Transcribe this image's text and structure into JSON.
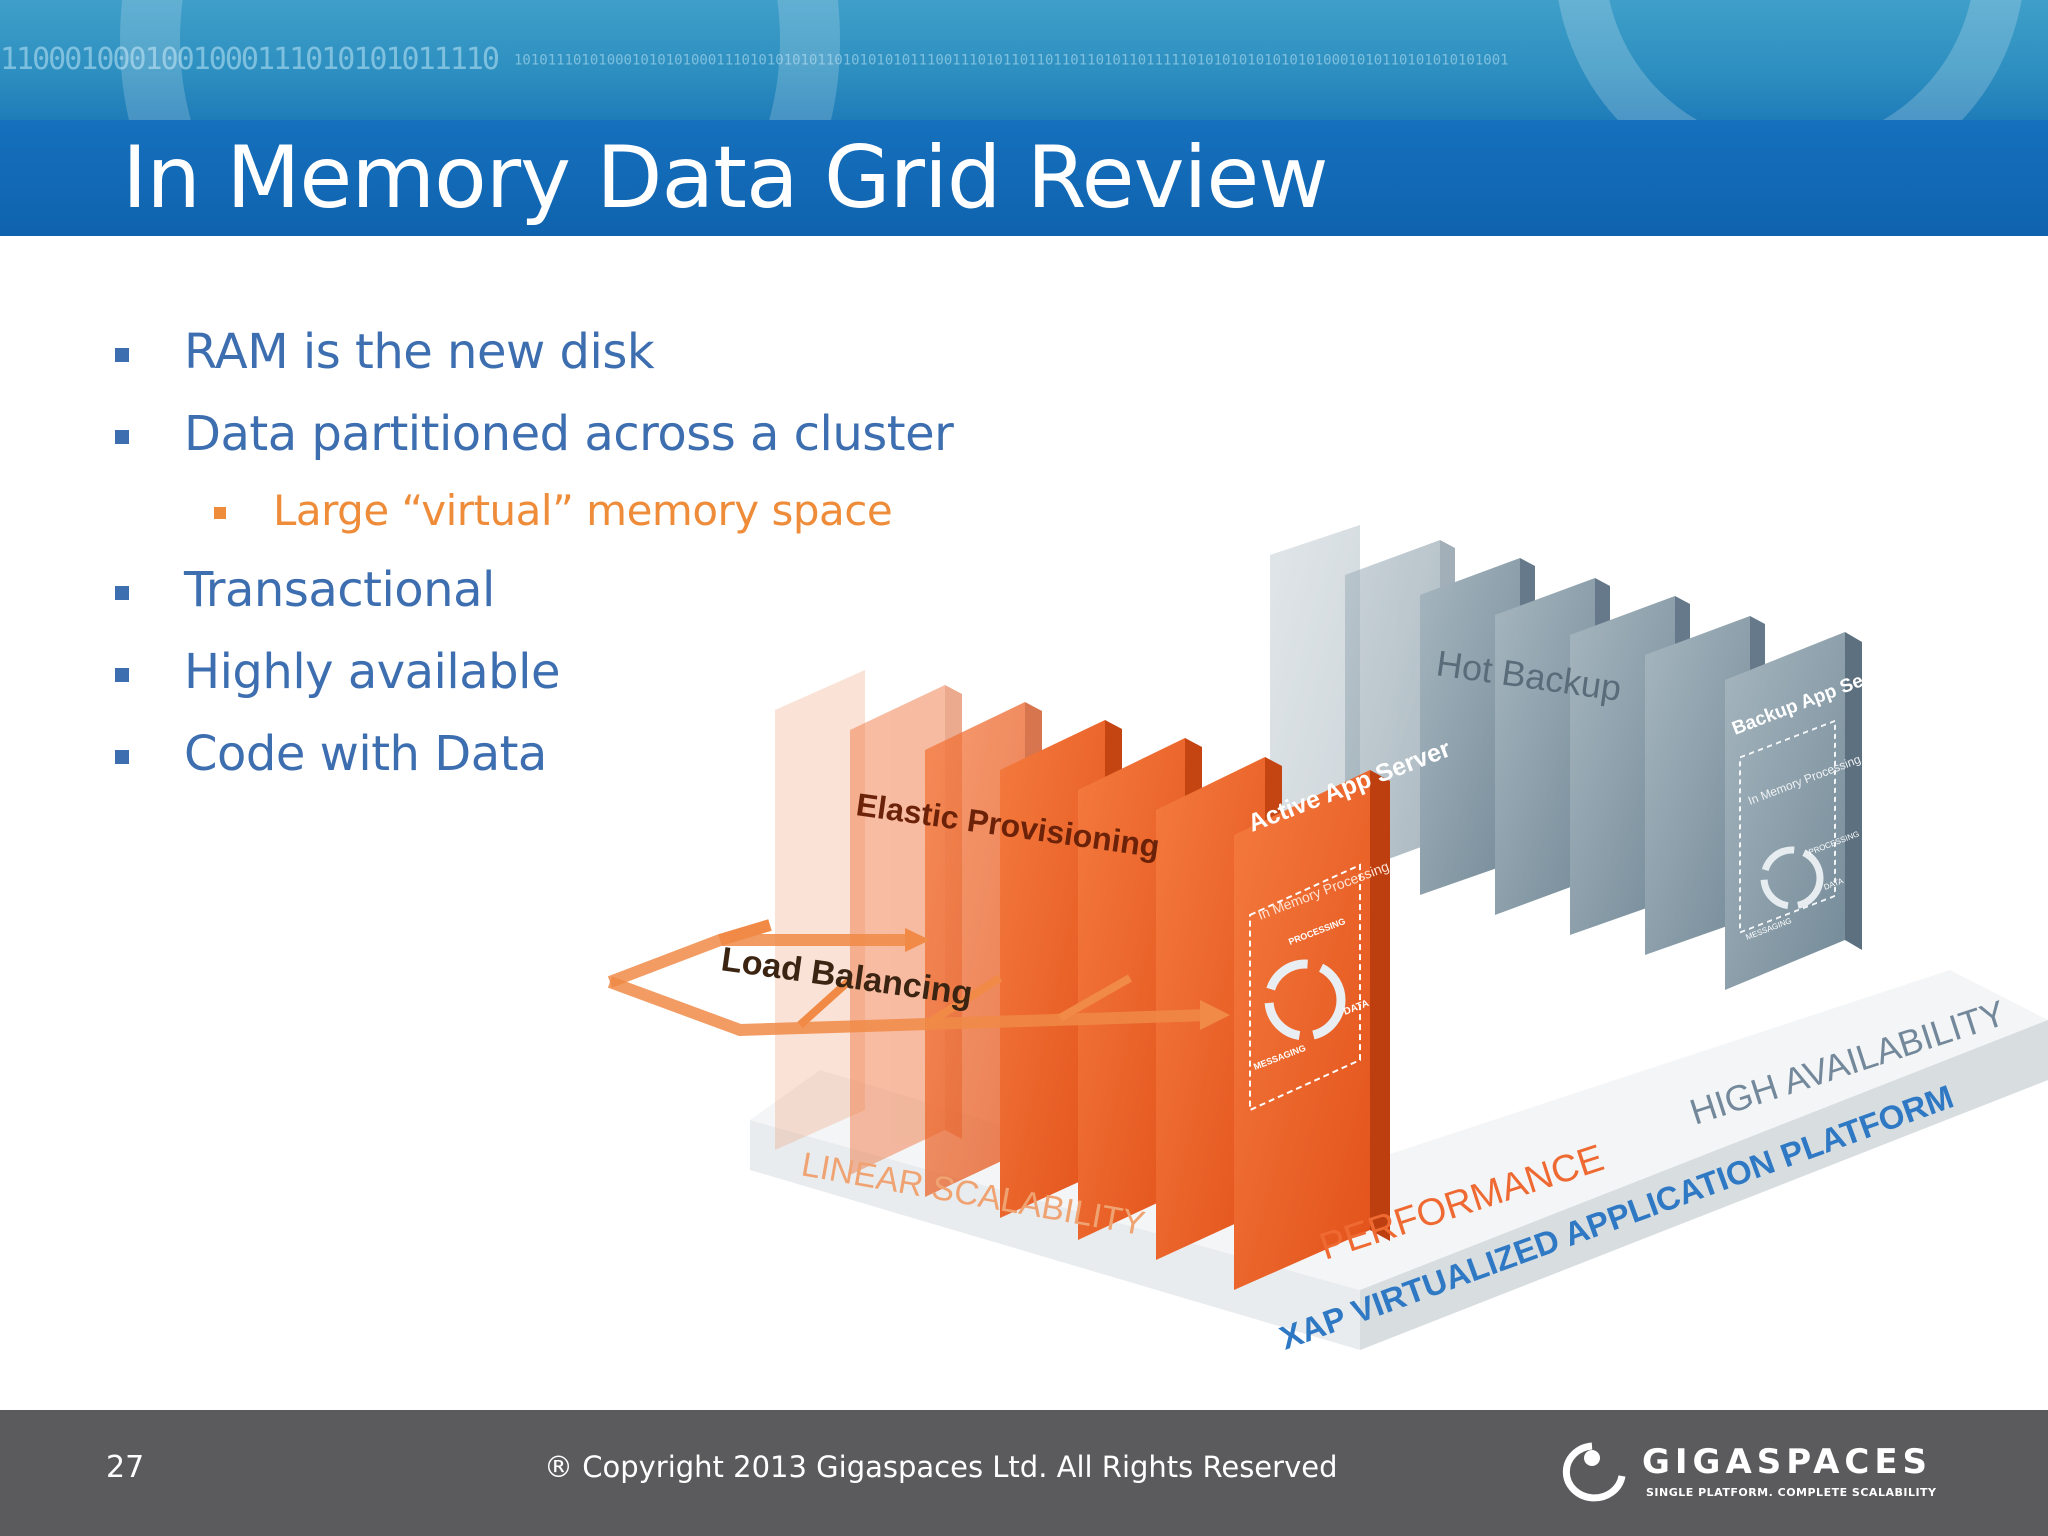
{
  "slide": {
    "title": "In Memory Data Grid Review",
    "banner_binary": "1100010001001000111010101011110",
    "banner_binary_small": "1010111010100010101010001110101010101101010101011100111010110110110110101101111101010101010101010001010110101010101001",
    "bullets": [
      {
        "text": "RAM is the new disk",
        "level": 1
      },
      {
        "text": "Data partitioned across a cluster",
        "level": 1
      },
      {
        "text": "Large “virtual” memory space",
        "level": 2
      },
      {
        "text": "Transactional",
        "level": 1
      },
      {
        "text": "Highly available",
        "level": 1
      },
      {
        "text": "Code with Data",
        "level": 1
      }
    ]
  },
  "illustration": {
    "active_server_label": "Active App Server",
    "backup_server_label": "Backup App Server",
    "hot_backup": "Hot Backup",
    "elastic_provisioning": "Elastic Provisioning",
    "load_balancing": "Load Balancing",
    "in_memory_processing": "In Memory Processing",
    "cycle_processing": "PROCESSING",
    "cycle_data": "DATA",
    "cycle_messaging": "MESSAGING",
    "base_linear": "LINEAR SCALABILITY",
    "base_performance": "PERFORMANCE",
    "base_high_availability": "HIGH AVAILABILITY",
    "platform": "XAP VIRTUALIZED APPLICATION PLATFORM",
    "colors": {
      "orange": "#ee6424",
      "orange_light": "#f59a6c",
      "gray": "#8ea2ad",
      "gray_dark": "#73899a",
      "platform_blue": "#2f79c4"
    }
  },
  "footer": {
    "page_number": "27",
    "copyright": "® Copyright 2013 Gigaspaces Ltd. All Rights Reserved",
    "logo_name": "GIGASPACES",
    "logo_tagline": "SINGLE PLATFORM. COMPLETE SCALABILITY"
  }
}
